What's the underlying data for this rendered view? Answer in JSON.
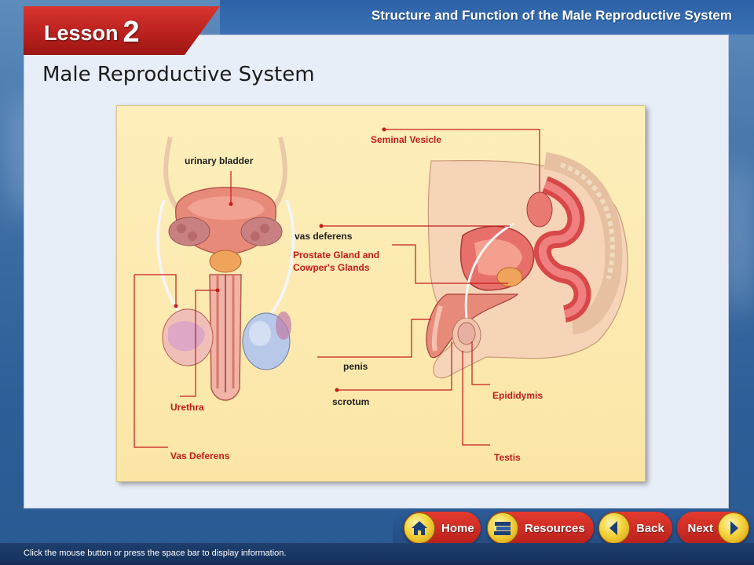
{
  "header": {
    "lesson_label": "Lesson",
    "lesson_number": "2",
    "title": "Structure and Function of the Male Reproductive System"
  },
  "slide": {
    "heading": "Male Reproductive System"
  },
  "figure": {
    "labels": {
      "urinary_bladder": "urinary bladder",
      "seminal_vesicle": "Seminal Vesicle",
      "vas_deferens_lower": "vas deferens",
      "prostate_line1": "Prostate Gland and",
      "prostate_line2": "Cowper's Glands",
      "penis": "penis",
      "scrotum": "scrotum",
      "epididymis": "Epididymis",
      "testis": "Testis",
      "urethra": "Urethra",
      "vas_deferens_upper": "Vas Deferens"
    }
  },
  "nav": {
    "home": "Home",
    "resources": "Resources",
    "back": "Back",
    "next": "Next"
  },
  "footer": {
    "hint": "Click the mouse button or press the space bar to display information."
  },
  "colors": {
    "accent_red": "#c41c1c",
    "figure_bg": "#fbe6a6",
    "panel_bg": "#e8eef8"
  }
}
